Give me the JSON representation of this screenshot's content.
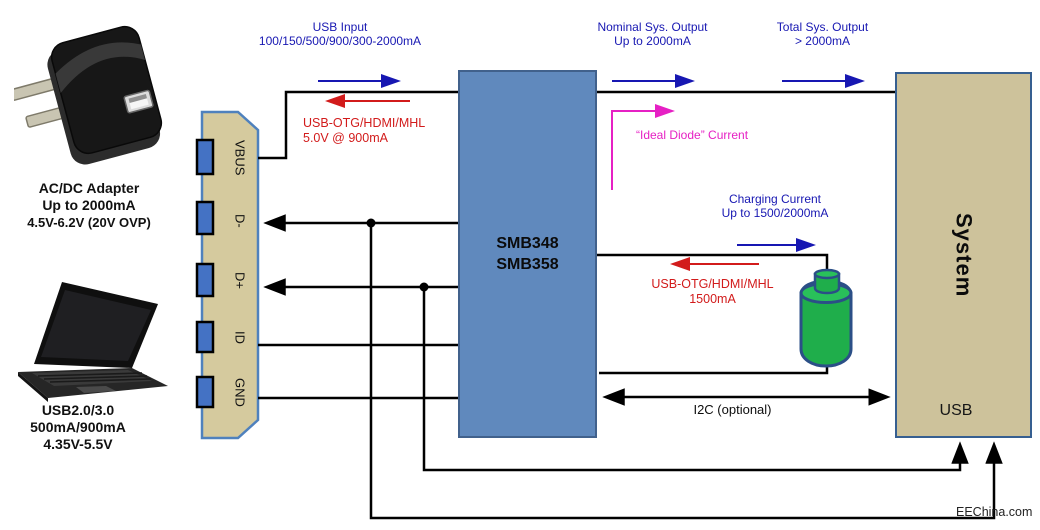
{
  "captions": {
    "adapter": {
      "l1": "AC/DC Adapter",
      "l2": "Up to 2000mA",
      "l3": "4.5V-6.2V  (20V OVP)"
    },
    "laptop": {
      "l1": "USB2.0/3.0",
      "l2": "500mA/900mA",
      "l3": "4.35V-5.5V"
    }
  },
  "connector": {
    "pin1": "VBUS",
    "pin2": "D-",
    "pin3": "D+",
    "pin4": "ID",
    "pin5": "GND"
  },
  "charger": {
    "l1": "SMB348",
    "l2": "SMB358"
  },
  "system": {
    "title": "System",
    "usb": "USB"
  },
  "flows": {
    "usb_input": {
      "l1": "USB Input",
      "l2": "100/150/500/900/300-2000mA"
    },
    "nominal": {
      "l1": "Nominal  Sys. Output",
      "l2": "Up to 2000mA"
    },
    "total": {
      "l1": "Total  Sys. Output",
      "l2": "> 2000mA"
    },
    "otg_top": {
      "l1": "USB-OTG/HDMI/MHL",
      "l2": "5.0V @ 900mA"
    },
    "ideal_diode": {
      "l1": "“Ideal  Diode”  Current"
    },
    "charging": {
      "l1": "Charging  Current",
      "l2": "Up to 1500/2000mA"
    },
    "otg_mid": {
      "l1": "USB-OTG/HDMI/MHL",
      "l2": "1500mA"
    },
    "i2c": {
      "l1": "I2C  (optional)"
    }
  },
  "watermark": "EEChina.com",
  "colors": {
    "flow_blue": "#1717b2",
    "flow_red": "#d21b1b",
    "flow_pink": "#e620c4",
    "wire_black": "#000000",
    "charger_fill": "#6089bd",
    "tan_fill": "#d5ca9e",
    "pin_blue": "#4472c4",
    "battery_green": "#1fae4b"
  }
}
